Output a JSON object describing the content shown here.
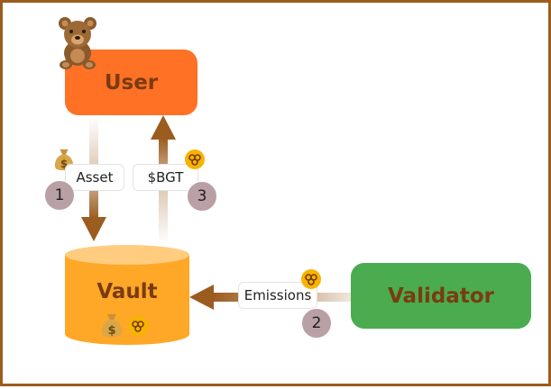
{
  "nodes": {
    "user": "User",
    "vault": "Vault",
    "validator": "Validator"
  },
  "edges": {
    "asset": {
      "label": "Asset",
      "step": "1"
    },
    "bgt": {
      "label": "$BGT",
      "step": "3"
    },
    "emissions": {
      "label": "Emissions",
      "step": "2"
    }
  },
  "colors": {
    "frame": "#9b5c1f",
    "user": "#ff7125",
    "vault": "#ffa726",
    "validator": "#4aac4f",
    "arrow": "#9b5c1f",
    "step_badge": "#b9a0a5",
    "bgt_coin": "#f5b400"
  },
  "icons": [
    "teddy-bear-icon",
    "money-bag-icon",
    "bgt-token-icon"
  ]
}
